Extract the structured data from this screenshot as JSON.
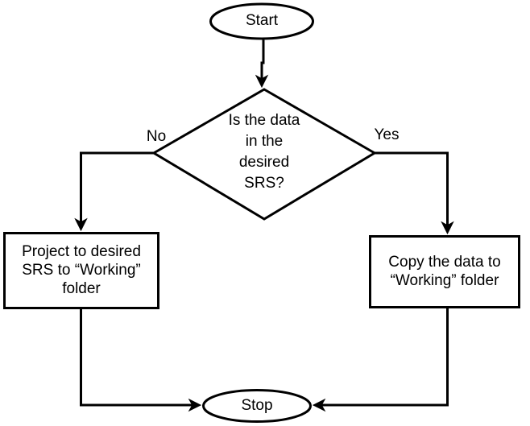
{
  "colors": {
    "stroke": "#000000",
    "shape_fill": "#ffffff",
    "background": "#ffffff",
    "text": "#000000"
  },
  "flowchart": {
    "start": {
      "label": "Start",
      "type": "terminator"
    },
    "decision": {
      "label": "Is the data\nin the\ndesired\nSRS?",
      "type": "decision"
    },
    "branch_no": {
      "label": "No"
    },
    "branch_yes": {
      "label": "Yes"
    },
    "process_no": {
      "label": "Project to desired\nSRS to “Working”\nfolder",
      "type": "process"
    },
    "process_yes": {
      "label": "Copy the data to\n“Working” folder",
      "type": "process"
    },
    "stop": {
      "label": "Stop",
      "type": "terminator"
    }
  }
}
